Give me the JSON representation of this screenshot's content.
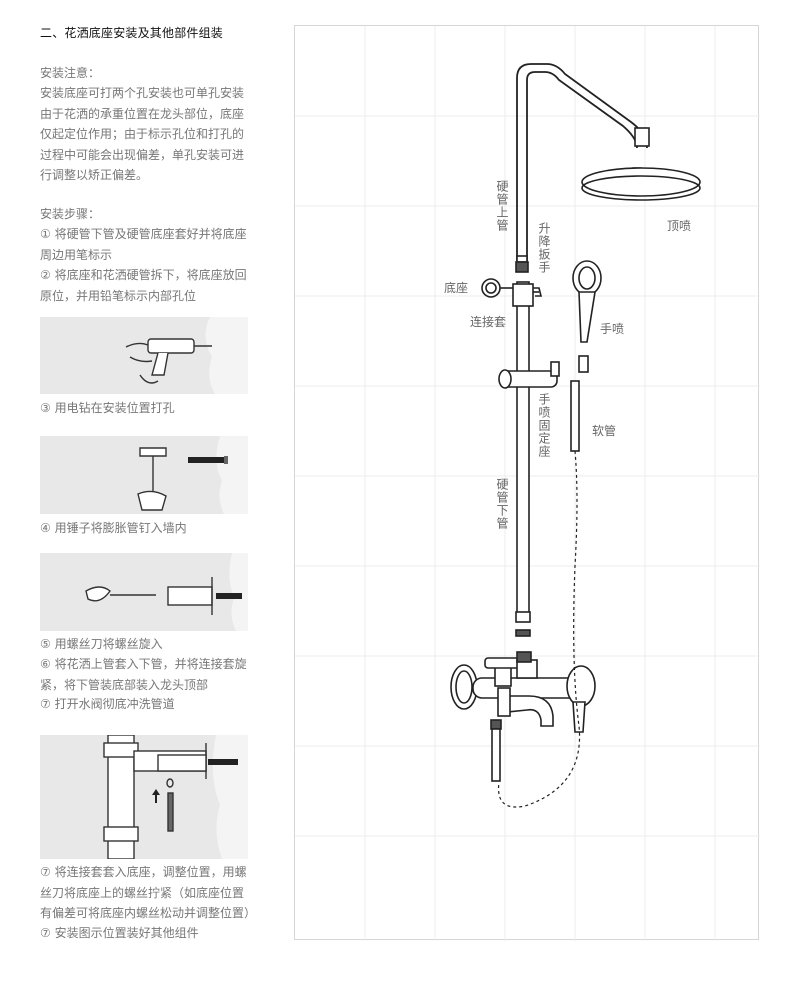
{
  "section_title": "二、花洒底座安装及其他部件组装",
  "notes": {
    "heading": "安装注意：",
    "lines": [
      "安装底座可打两个孔安装也可单孔安装",
      "由于花洒的承重位置在龙头部位，底座",
      "仅起定位作用；由于标示孔位和打孔的",
      "过程中可能会出现偏差，单孔安装可进",
      "行调整以矫正偏差。"
    ]
  },
  "steps": {
    "heading": "安装步骤：",
    "step1": [
      "① 将硬管下管及硬管底座套好并将底座",
      "周边用笔标示"
    ],
    "step2": [
      "② 将底座和花洒硬管拆下，将底座放回",
      "原位，并用铅笔标示内部孔位"
    ],
    "step3": "③ 用电钻在安装位置打孔",
    "step4": "④ 用锤子将膨胀管钉入墙内",
    "step5": "⑤ 用螺丝刀将螺丝旋入",
    "step6": [
      "⑥ 将花洒上管套入下管，并将连接套旋",
      "紧，将下管装底部装入龙头顶部"
    ],
    "step7a": "⑦ 打开水阀彻底冲洗管道",
    "step7b": [
      "⑦ 将连接套套入底座，调整位置，用螺",
      "丝刀将底座上的螺丝拧紧（如底座位置",
      "有偏差可将底座内螺丝松动并调整位置）"
    ],
    "step7c": "⑦ 安装图示位置装好其他组件"
  },
  "diagram_labels": {
    "upper_pipe": "硬管上管",
    "lift_wrench": "升降扳手",
    "base": "底座",
    "connector": "连接套",
    "top_spray": "顶喷",
    "hand_spray": "手喷",
    "hose": "软管",
    "hand_holder": "手喷固定座",
    "lower_pipe": "硬管下管"
  }
}
